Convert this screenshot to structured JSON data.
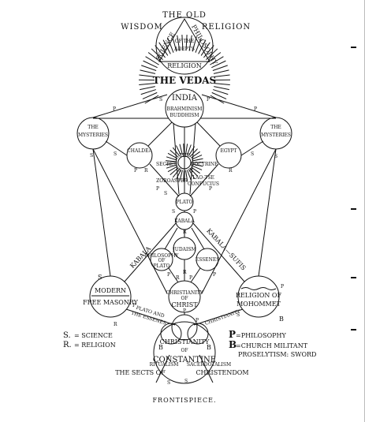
{
  "header": {
    "the_old": "THE OLD",
    "wisdom": "WISDOM",
    "religion": "RELIGION"
  },
  "triangle": {
    "science": "SCIENCE",
    "philosophy": "PHILOSOPHY",
    "religion": "RELIGION",
    "of_the": "OF THE",
    "adepts": "ADEPTS"
  },
  "vedas": "THE VEDAS",
  "india": {
    "title": "INDIA",
    "brahminism": "BRAHMINISM",
    "buddhism": "BUDDHISM"
  },
  "mysteries_left": {
    "the": "THE",
    "label": "MYSTERIES"
  },
  "mysteries_right": {
    "the": "THE",
    "label": "MYSTERIES"
  },
  "chaldea": "CHALDEA",
  "egypt": "EGYPT",
  "secret_doctrine": {
    "left": "SECRET",
    "mid": "THE",
    "right": "DOCTRINE"
  },
  "zoroaster": "ZOROASTER",
  "lao_tse": {
    "top": "LAO-TSE",
    "bottom": "CONFUCIUS"
  },
  "plato": "PLATO",
  "kabala_node": "KABALA",
  "judaism": "JUDAISM",
  "philosophy_of_plato": {
    "top": "PHILOSOPHY",
    "of": "OF",
    "name": "PLATO"
  },
  "essenes": "ESSENES",
  "kabala_path": "KABALA",
  "kabala_sufis": "KABALA—SUFIS",
  "modern_free_masonry": {
    "top": "MODERN",
    "bottom": "FREE MASONRY"
  },
  "christianity_of_christ": {
    "top": "CHRISTIANITY",
    "of": "OF",
    "name": "CHRIST"
  },
  "religion_of_mohommet": {
    "top": "RELIGION OF",
    "name": "MOHOMMET"
  },
  "plato_essenes": {
    "a": "PLATO AND",
    "b": "THE ESSENES"
  },
  "christianity_path": "CHRISTIANITY",
  "constantine": {
    "christianity": "CHRISTIANITY",
    "of": "OF",
    "name": "CONSTANTINE",
    "ritualism": "RITUALISM",
    "sacerdotalism": "SACERDOTALISM"
  },
  "sects": "THE SECTS OF",
  "christendom": "CHRISTENDOM",
  "legend": {
    "s_key": "S.",
    "s_val": "= SCIENCE",
    "r_key": "R.",
    "r_val": "= RELIGION",
    "p_key": "P",
    "p_val": "=PHILOSOPHY",
    "b_key": "B",
    "b_val": "=CHURCH MILITANT",
    "b_val2": "PROSELYTISM: SWORD"
  },
  "letters": {
    "p": "P",
    "s": "S",
    "r": "R",
    "b": "B"
  },
  "caption": "FRONTISPIECE."
}
